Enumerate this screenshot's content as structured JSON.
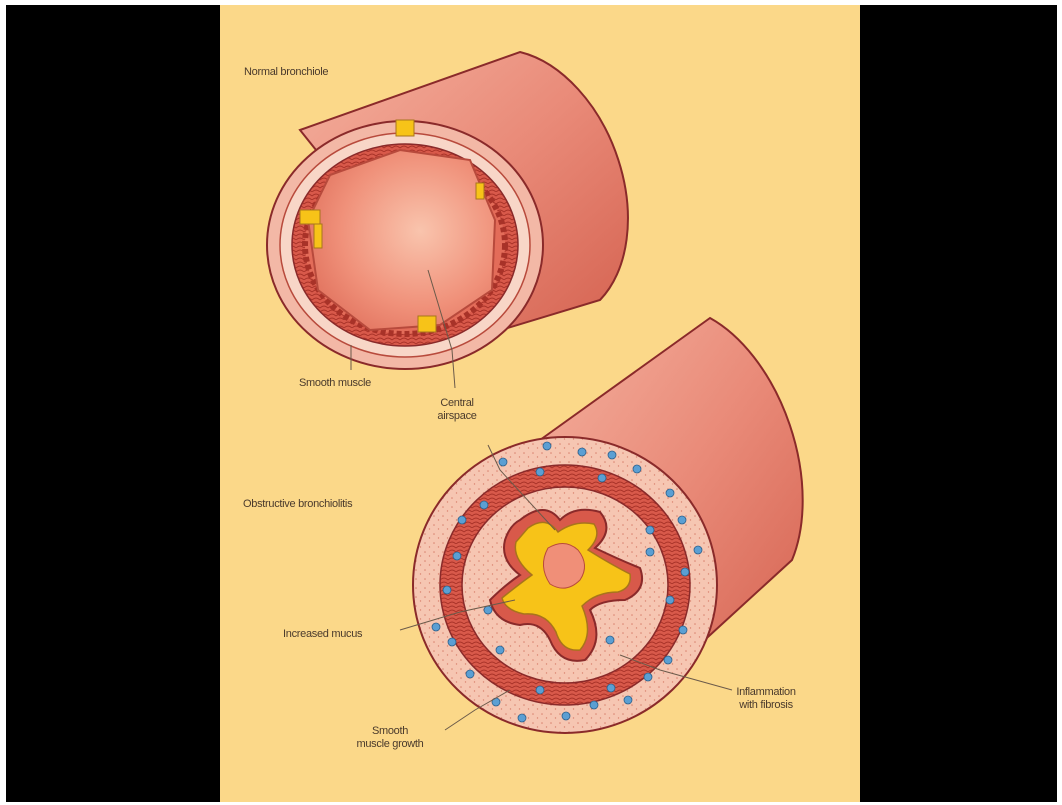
{
  "labels": {
    "normal_bronchiole": "Normal bronchiole",
    "smooth_muscle": "Smooth muscle",
    "central_airspace_line1": "Central",
    "central_airspace_line2": "airspace",
    "obstructive_bronchiolitis": "Obstructive bronchiolitis",
    "increased_mucus": "Increased mucus",
    "inflammation_line1": "Inflammation",
    "inflammation_line2": "with fibrosis",
    "smooth_muscle_growth_line1": "Smooth",
    "smooth_muscle_growth_line2": "muscle growth"
  },
  "colors": {
    "background": "#fbd889",
    "frame": "#000000",
    "tube": "#e98a78",
    "tube_outline": "#8a2a2a",
    "muscle": "#c9453c",
    "lumen": "#f3a58e",
    "mucus": "#f7c318",
    "inflammatory_cells": "#5b9fd3"
  }
}
